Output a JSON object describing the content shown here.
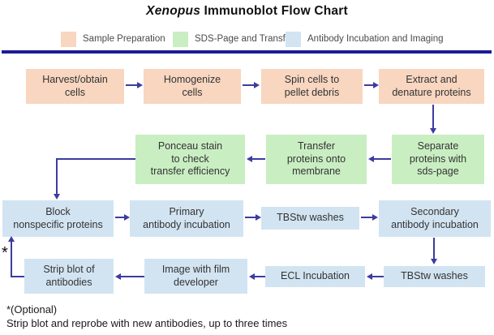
{
  "title": {
    "italic_part": "Xenopus",
    "rest_part": " Immunoblot Flow Chart"
  },
  "legend": {
    "items": [
      {
        "label": "Sample Preparation",
        "color": "#f8d6c0"
      },
      {
        "label": "SDS-Page and Transfer",
        "color": "#c9eec2"
      },
      {
        "label": "Antibody Incubation and Imaging",
        "color": "#d2e4f2"
      }
    ]
  },
  "colors": {
    "sample_prep": "#f8d6c0",
    "sds_page_transfer": "#c9eec2",
    "antibody_imaging": "#d2e4f2",
    "arrow": "#3c3c9f",
    "divider": "#1b1b97"
  },
  "nodes": {
    "harvest": {
      "label": "Harvest/obtain\ncells"
    },
    "homogenize": {
      "label": "Homogenize\ncells"
    },
    "spin": {
      "label": "Spin cells to\npellet debris"
    },
    "extract": {
      "label": "Extract and\ndenature proteins"
    },
    "ponceau": {
      "label": "Ponceau stain\nto check\ntransfer efficiency"
    },
    "transfer": {
      "label": "Transfer\nproteins onto\nmembrane"
    },
    "separate": {
      "label": "Separate\nproteins with\nsds-page"
    },
    "block": {
      "label": "Block\nnonspecific proteins"
    },
    "primary": {
      "label": "Primary\nantibody incubation"
    },
    "tbstw_1": {
      "label": "TBStw washes"
    },
    "secondary": {
      "label": "Secondary\nantibody incubation"
    },
    "tbstw_2": {
      "label": "TBStw washes"
    },
    "ecl": {
      "label": "ECL Incubation"
    },
    "image_film": {
      "label": "Image with film\ndeveloper"
    },
    "strip": {
      "label": "Strip blot of\nantibodies"
    }
  },
  "annotations": {
    "asterisk": "*",
    "footnote_line1": "*(Optional)",
    "footnote_line2": "Strip blot and reprobe with new antibodies, up to three times"
  }
}
